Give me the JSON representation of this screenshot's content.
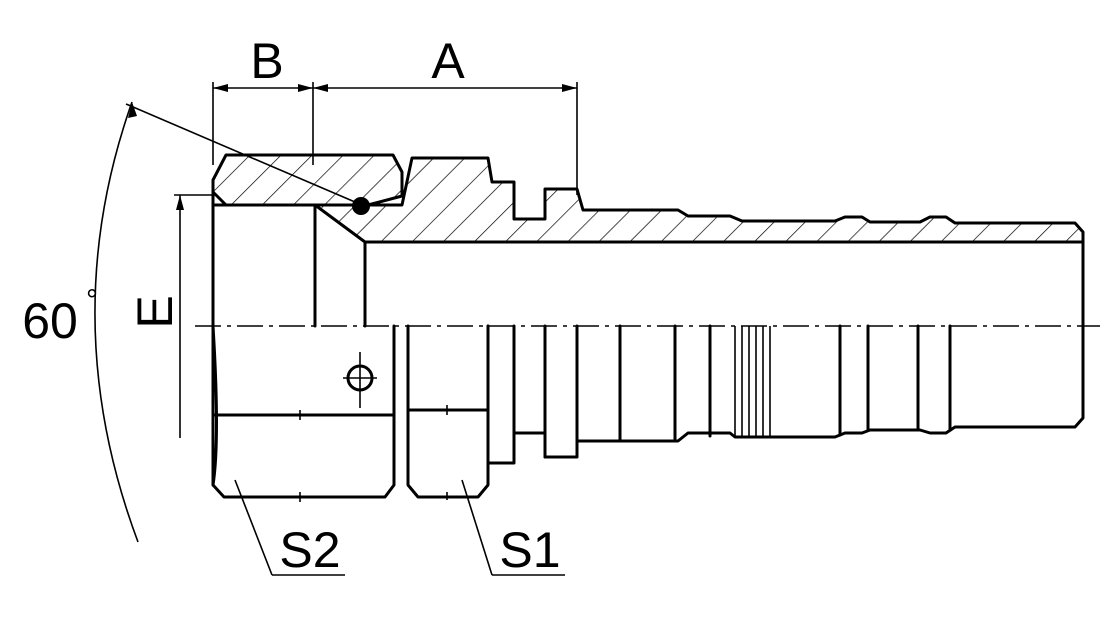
{
  "drawing": {
    "dimensions": {
      "b": "B",
      "a": "A",
      "e": "E",
      "angle_value": "60",
      "angle_unit": "°"
    },
    "wrench_flats": {
      "s2": "S2",
      "s1": "S1"
    }
  }
}
